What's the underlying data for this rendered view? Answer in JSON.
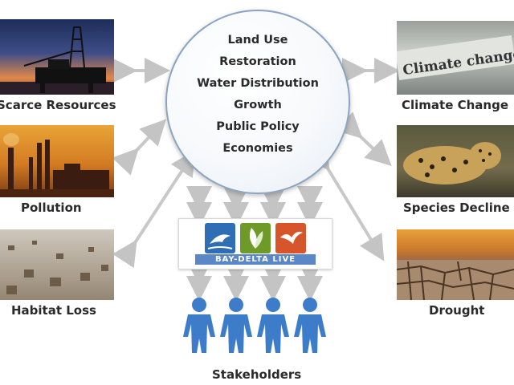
{
  "hub": {
    "topics": [
      "Land Use",
      "Restoration",
      "Water Distribution",
      "Growth",
      "Public Policy",
      "Economies"
    ]
  },
  "left": [
    {
      "label": "Scarce Resources",
      "icon": "oil-rig-photo"
    },
    {
      "label": "Pollution",
      "icon": "smokestacks-photo"
    },
    {
      "label": "Habitat Loss",
      "icon": "clearcut-photo"
    }
  ],
  "right": [
    {
      "label": "Climate Change",
      "icon": "newspaper-photo",
      "photo_text": "Climate change"
    },
    {
      "label": "Species Decline",
      "icon": "leopard-photo"
    },
    {
      "label": "Drought",
      "icon": "cracked-earth-photo"
    }
  ],
  "logo": {
    "text": "BAY-DELTA LIVE"
  },
  "stakeholders": {
    "label": "Stakeholders",
    "count": 4
  },
  "colors": {
    "arrow": "#c8c8c8",
    "person": "#3d7cc9",
    "band": "#5b87c7",
    "tile_blue": "#2f6db5",
    "tile_green": "#6e9a2a",
    "tile_orange": "#d7552a"
  }
}
